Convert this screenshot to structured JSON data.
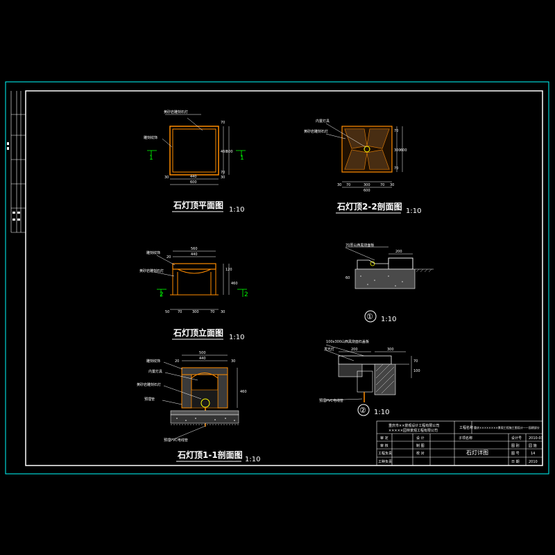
{
  "drawing": {
    "views": {
      "plan": {
        "title": "石灯顶平面图",
        "scale": "1:10",
        "notes": [
          "黄砂岩雕刻石灯",
          "雕刻纹饰"
        ],
        "dims": [
          "440",
          "600",
          "30",
          "30",
          "70",
          "460",
          "70",
          "600"
        ],
        "section": "1"
      },
      "section22": {
        "title": "石灯顶2-2剖面图",
        "scale": "1:10",
        "notes": [
          "内置灯具",
          "黄砂岩雕刻石灯"
        ],
        "dims": [
          "30",
          "70",
          "300",
          "70",
          "30",
          "600",
          "70",
          "300",
          "70",
          "600"
        ]
      },
      "elevation": {
        "title": "石灯顶立面图",
        "scale": "1:10",
        "notes": [
          "雕刻纹饰",
          "黄砂岩雕刻石灯"
        ],
        "dims": [
          "560",
          "440",
          "20",
          "120",
          "460",
          "50",
          "70",
          "300",
          "70",
          "30"
        ],
        "section": "2"
      },
      "section11": {
        "title": "石灯顶1-1剖面图",
        "scale": "1:10",
        "notes": [
          "雕刻纹饰",
          "内置灯具",
          "黄砂岩雕刻石灯",
          "预埋管",
          "预埋PVC电线管"
        ],
        "dims": [
          "500",
          "440",
          "20",
          "30",
          "460"
        ]
      },
      "detail1": {
        "label": "①",
        "scale": "1:10",
        "notes": [
          "70厚山西黑烧面板"
        ],
        "dims": [
          "200",
          "60"
        ]
      },
      "detail2": {
        "label": "②",
        "scale": "1:10",
        "notes": [
          "100x300山西黑烧面石盖板",
          "发光灯",
          "预埋PVC电线管"
        ],
        "dims": [
          "200",
          "300",
          "70",
          "100"
        ]
      }
    },
    "title_block": {
      "company_1": "重庆市××景观设计工程有限公司",
      "company_2": "×××××园林景观工程有限公司",
      "project_label": "工程名称",
      "project_name": "重庆××××××××景观工程施工图设计——园建部分",
      "subproject_label": "子项名称",
      "drawing_name": "石灯详图",
      "rows": [
        {
          "role": "审 定",
          "name": "",
          "role2": "设 计",
          "name2": ""
        },
        {
          "role": "审 核",
          "name": "",
          "role2": "制 图",
          "name2": ""
        },
        {
          "role": "工程负责",
          "name": "",
          "role2": "校 对",
          "name2": ""
        },
        {
          "role": "工种负责",
          "name": "",
          "role2": "",
          "name2": ""
        }
      ],
      "right_rows": [
        {
          "k": "设计号",
          "v": "2010-03"
        },
        {
          "k": "图 别",
          "v": "园 施"
        },
        {
          "k": "图 号",
          "v": "14"
        },
        {
          "k": "日 期",
          "v": "2010"
        }
      ]
    }
  }
}
